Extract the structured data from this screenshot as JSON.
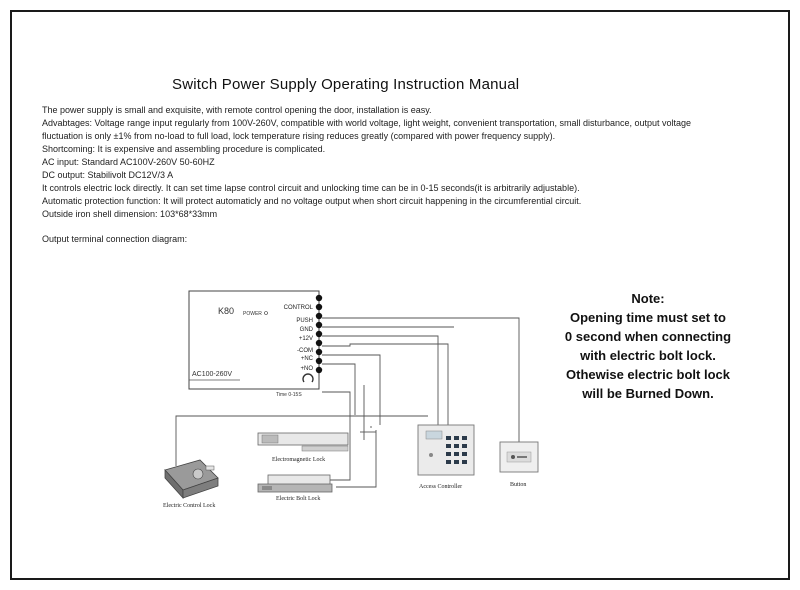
{
  "document": {
    "title": "Switch Power Supply Operating Instruction Manual",
    "paragraphs": [
      "The power supply is small and exquisite, with remote control opening the door, installation is easy.",
      "Advabtages: Voltage range input regularly from 100V-260V, compatible with world voltage, light weight, convenient transportation, small disturbance, output voltage",
      "fluctuation is only  ±1% from no-load to full load, lock temperature rising reduces greatly (compared with power frequency supply).",
      "Shortcoming: It is expensive and assembling procedure is complicated.",
      "AC input: Standard AC100V-260V 50-60HZ",
      "DC output: Stabilivolt DC12V/3 A",
      "It controls electric lock directly. It can set time lapse control circuit and unlocking time can be in 0-15 seconds(it is arbitrarily adjustable).",
      "Automatic protection function: It will protect automaticly and no voltage output when short circuit happening in the circumferential circuit.",
      "Outside iron shell dimension: 103*68*33mm"
    ],
    "connection_label": "Output terminal connection diagram:"
  },
  "diagram": {
    "model": "K80",
    "power_label": "POWER",
    "terminals": [
      "CONTROL",
      "PUSH",
      "GND",
      "+12V",
      "-COM",
      "+NC",
      "+NO"
    ],
    "ac_label": "AC100-260V",
    "time_label": "Time 0-15S",
    "devices": {
      "em_lock": "Electromagnetic Lock",
      "control_lock": "Electric Control Lock",
      "bolt_lock": "Electric Bolt Lock",
      "access_controller": "Access Controller",
      "button": "Button"
    }
  },
  "note": {
    "heading": "Note:",
    "lines": [
      "Opening time must set to",
      "0 second when connecting",
      "with electric bolt lock.",
      "Othewise electric bolt lock",
      "will be Burned Down."
    ]
  }
}
